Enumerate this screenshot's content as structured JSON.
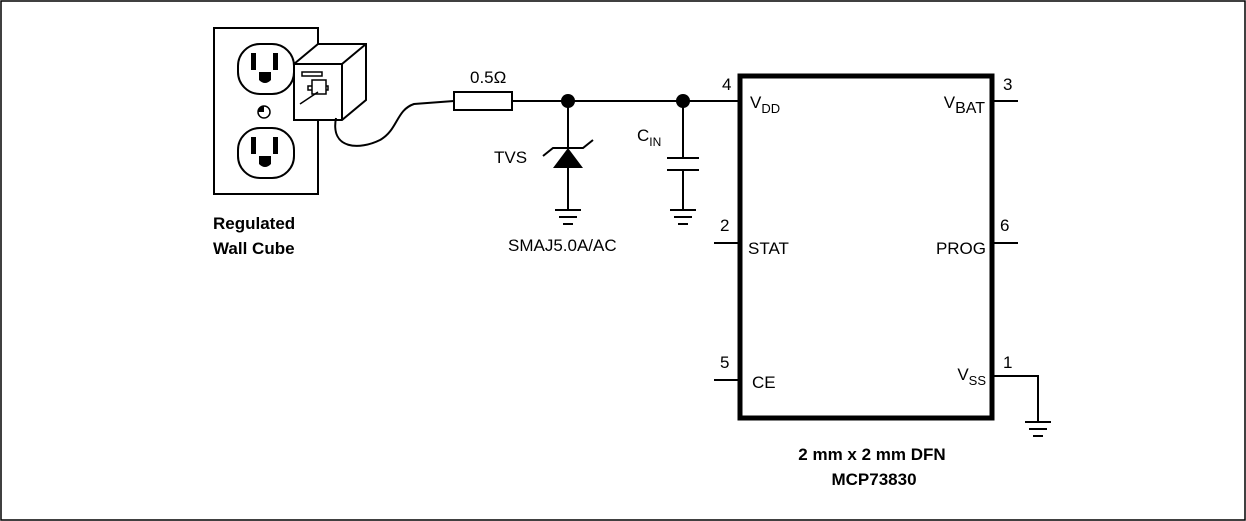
{
  "resistor": {
    "value": "0.5Ω"
  },
  "tvs": {
    "label": "TVS",
    "part": "SMAJ5.0A/AC"
  },
  "cin": {
    "main": "C",
    "sub": "IN"
  },
  "source": {
    "line1": "Regulated",
    "line2": "Wall Cube"
  },
  "chip": {
    "package": "2 mm x 2 mm DFN",
    "name": "MCP73830",
    "pins": {
      "vdd": {
        "num": "4",
        "main": "V",
        "sub": "DD"
      },
      "vbat": {
        "num": "3",
        "main": "V",
        "sub": "BAT"
      },
      "stat": {
        "num": "2",
        "label": "STAT"
      },
      "prog": {
        "num": "6",
        "label": "PROG"
      },
      "ce": {
        "num": "5",
        "label": "CE"
      },
      "vss": {
        "num": "1",
        "main": "V",
        "sub": "SS"
      }
    }
  }
}
